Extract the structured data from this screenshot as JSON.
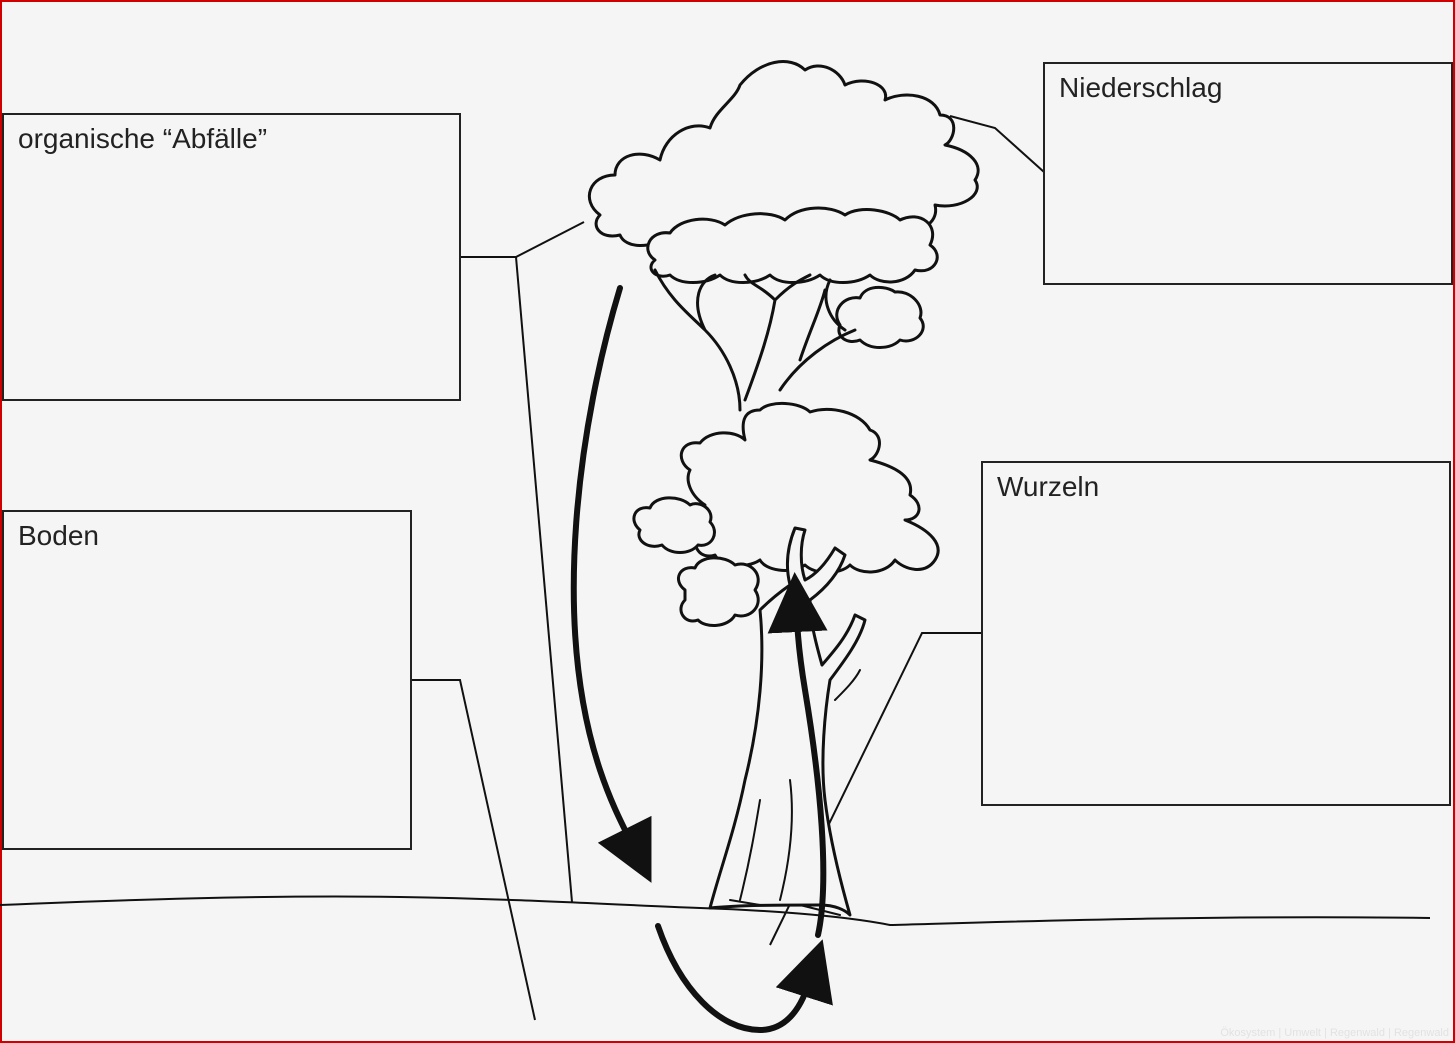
{
  "labels": {
    "organic_waste": "organische “Abfälle”",
    "precipitation": "Niederschlag",
    "soil": "Boden",
    "roots": "Wurzeln"
  },
  "watermark": "Ökosystem | Umwelt | Regenwald | Regenwald",
  "colors": {
    "frame_border": "#d00000",
    "background": "#f5f5f5",
    "ink": "#111111"
  }
}
